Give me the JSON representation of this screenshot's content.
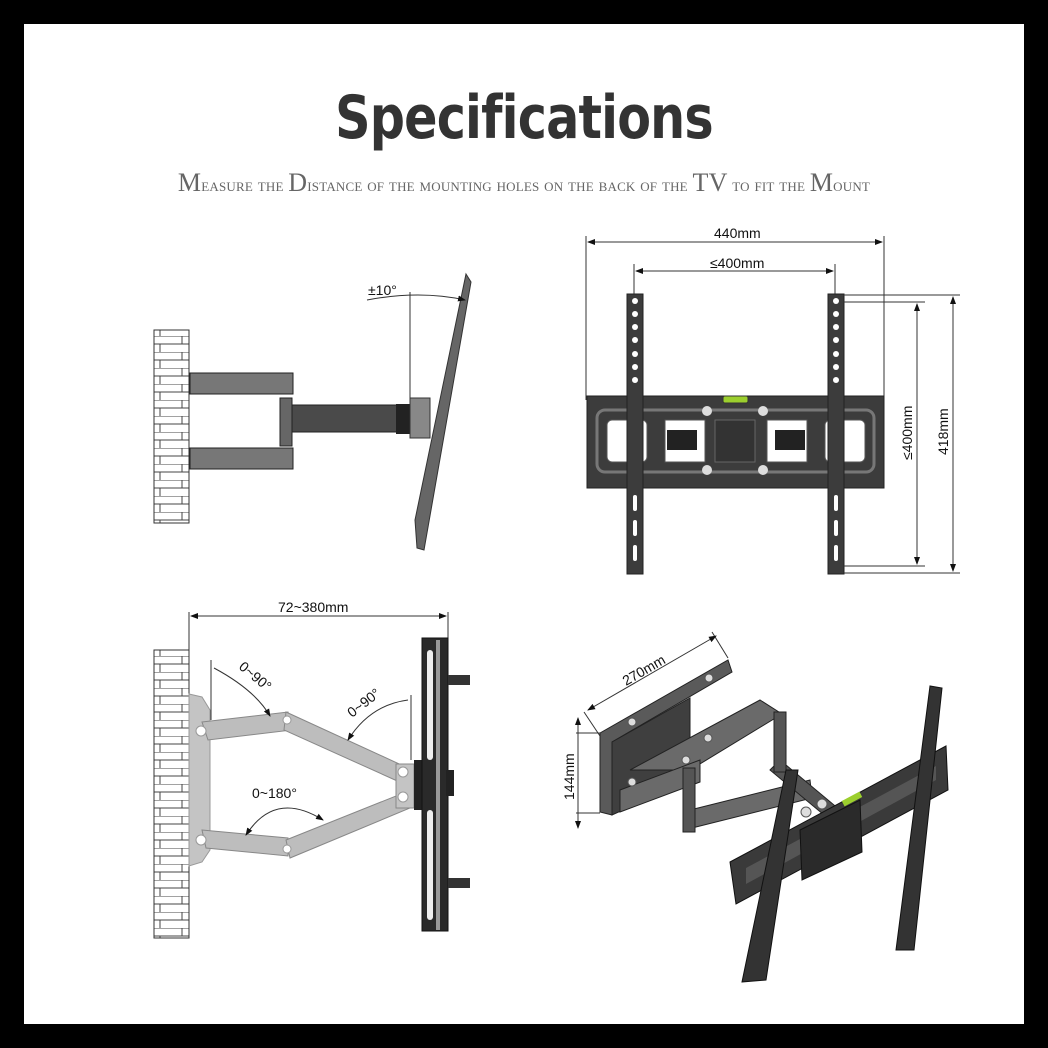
{
  "title": "Specifications",
  "subtitle": {
    "segments": [
      {
        "text": "Measure the ",
        "emph": false
      },
      {
        "text": "Distance",
        "emph": true
      },
      {
        "text": " of the mounting holes on the back of the ",
        "emph": false
      },
      {
        "text": "TV",
        "emph": true
      },
      {
        "text": " to fit the ",
        "emph": false
      },
      {
        "text": "Mount",
        "emph": true
      }
    ],
    "full": "Measure the Distance of the mounting holes on the back of the TV to fit the Mount"
  },
  "diagrams": {
    "side_tilt": {
      "tilt_label": "±10°"
    },
    "front_view": {
      "width_label": "440mm",
      "vesa_h_label": "≤400mm",
      "vesa_v_label": "≤400mm",
      "height_label": "418mm",
      "level_color": "#9ccf2e"
    },
    "top_swivel": {
      "extension_label": "72~380mm",
      "wall_arm_angle": "0~90°",
      "tv_arm_angle": "0~90°",
      "elbow_angle": "0~180°"
    },
    "isometric": {
      "wall_plate_width": "270mm",
      "wall_plate_height": "144mm"
    }
  },
  "colors": {
    "border": "#000000",
    "title": "#333333",
    "subtitle": "#666666",
    "metal_dark": "#3a3a3a",
    "metal_mid": "#6b6b6b",
    "arm_light": "#bdbdbd"
  }
}
